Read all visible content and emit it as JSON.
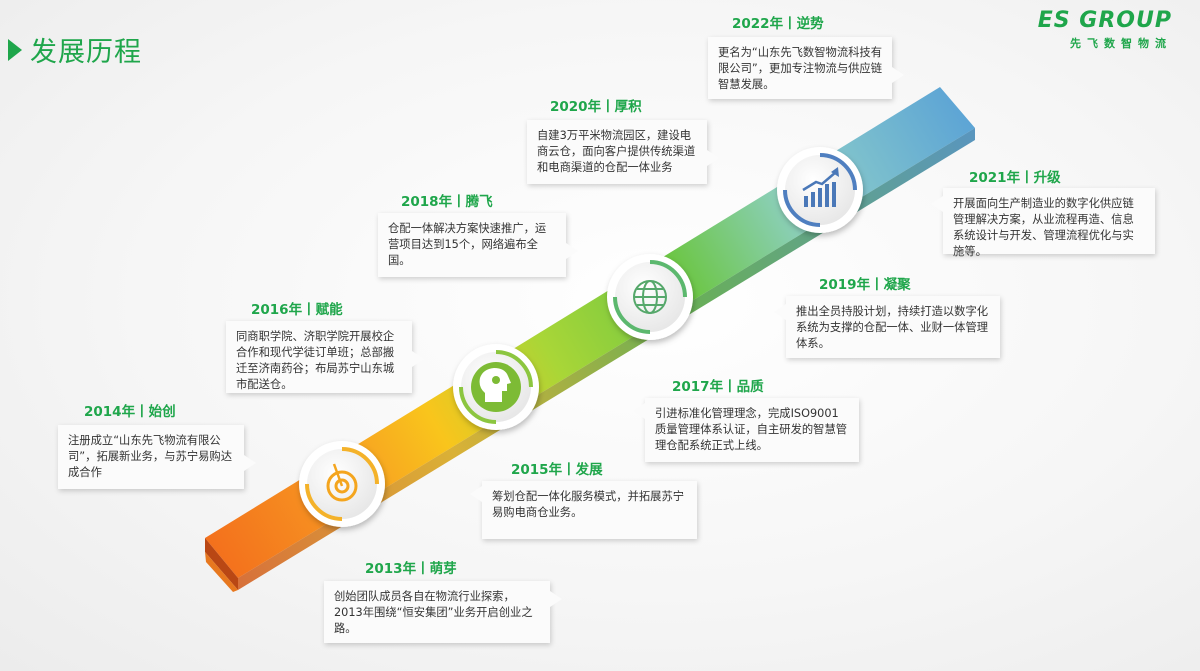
{
  "page": {
    "title": "发展历程"
  },
  "logo": {
    "main": "ES GROUP",
    "sub": "先飞数智物流"
  },
  "milestones": [
    {
      "year": "2013年丨萌芽",
      "text": "创始团队成员各自在物流行业探索，2013年围绕“恒安集团”业务开启创业之路。"
    },
    {
      "year": "2014年丨始创",
      "text": "注册成立“山东先飞物流有限公司”，拓展新业务，与苏宁易购达成合作"
    },
    {
      "year": "2015年丨发展",
      "text": "筹划仓配一体化服务模式，并拓展苏宁易购电商仓业务。"
    },
    {
      "year": "2016年丨赋能",
      "text": "同商职学院、济职学院开展校企合作和现代学徒订单班；总部搬迁至济南药谷；布局苏宁山东城市配送仓。"
    },
    {
      "year": "2017年丨品质",
      "text": "引进标准化管理理念，完成ISO9001质量管理体系认证，自主研发的智慧管理仓配系统正式上线。"
    },
    {
      "year": "2018年丨腾飞",
      "text": "仓配一体解决方案快速推广，运营项目达到15个，网络遍布全国。"
    },
    {
      "year": "2019年丨凝聚",
      "text": "推出全员持股计划，持续打造以数字化系统为支撑的仓配一体、业财一体管理体系。"
    },
    {
      "year": "2020年丨厚积",
      "text": "自建3万平米物流园区，建设电商云仓，面向客户提供传统渠道和电商渠道的仓配一体业务"
    },
    {
      "year": "2021年丨升级",
      "text": "开展面向生产制造业的数字化供应链管理解决方案，从业流程再造、信息系统设计与开发、管理流程优化与实施等。"
    },
    {
      "year": "2022年丨逆势",
      "text": "更名为“山东先飞数智物流科技有限公司”，更加专注物流与供应链智慧发展。"
    }
  ],
  "icons": [
    "target-icon",
    "head-gear-icon",
    "globe-icon",
    "growth-chart-icon"
  ],
  "colors": {
    "accent": "#1fa64b",
    "orange": "#f47a1f",
    "yellow": "#f9c21c",
    "green": "#7fcf3a",
    "blue": "#5aa8d8"
  }
}
